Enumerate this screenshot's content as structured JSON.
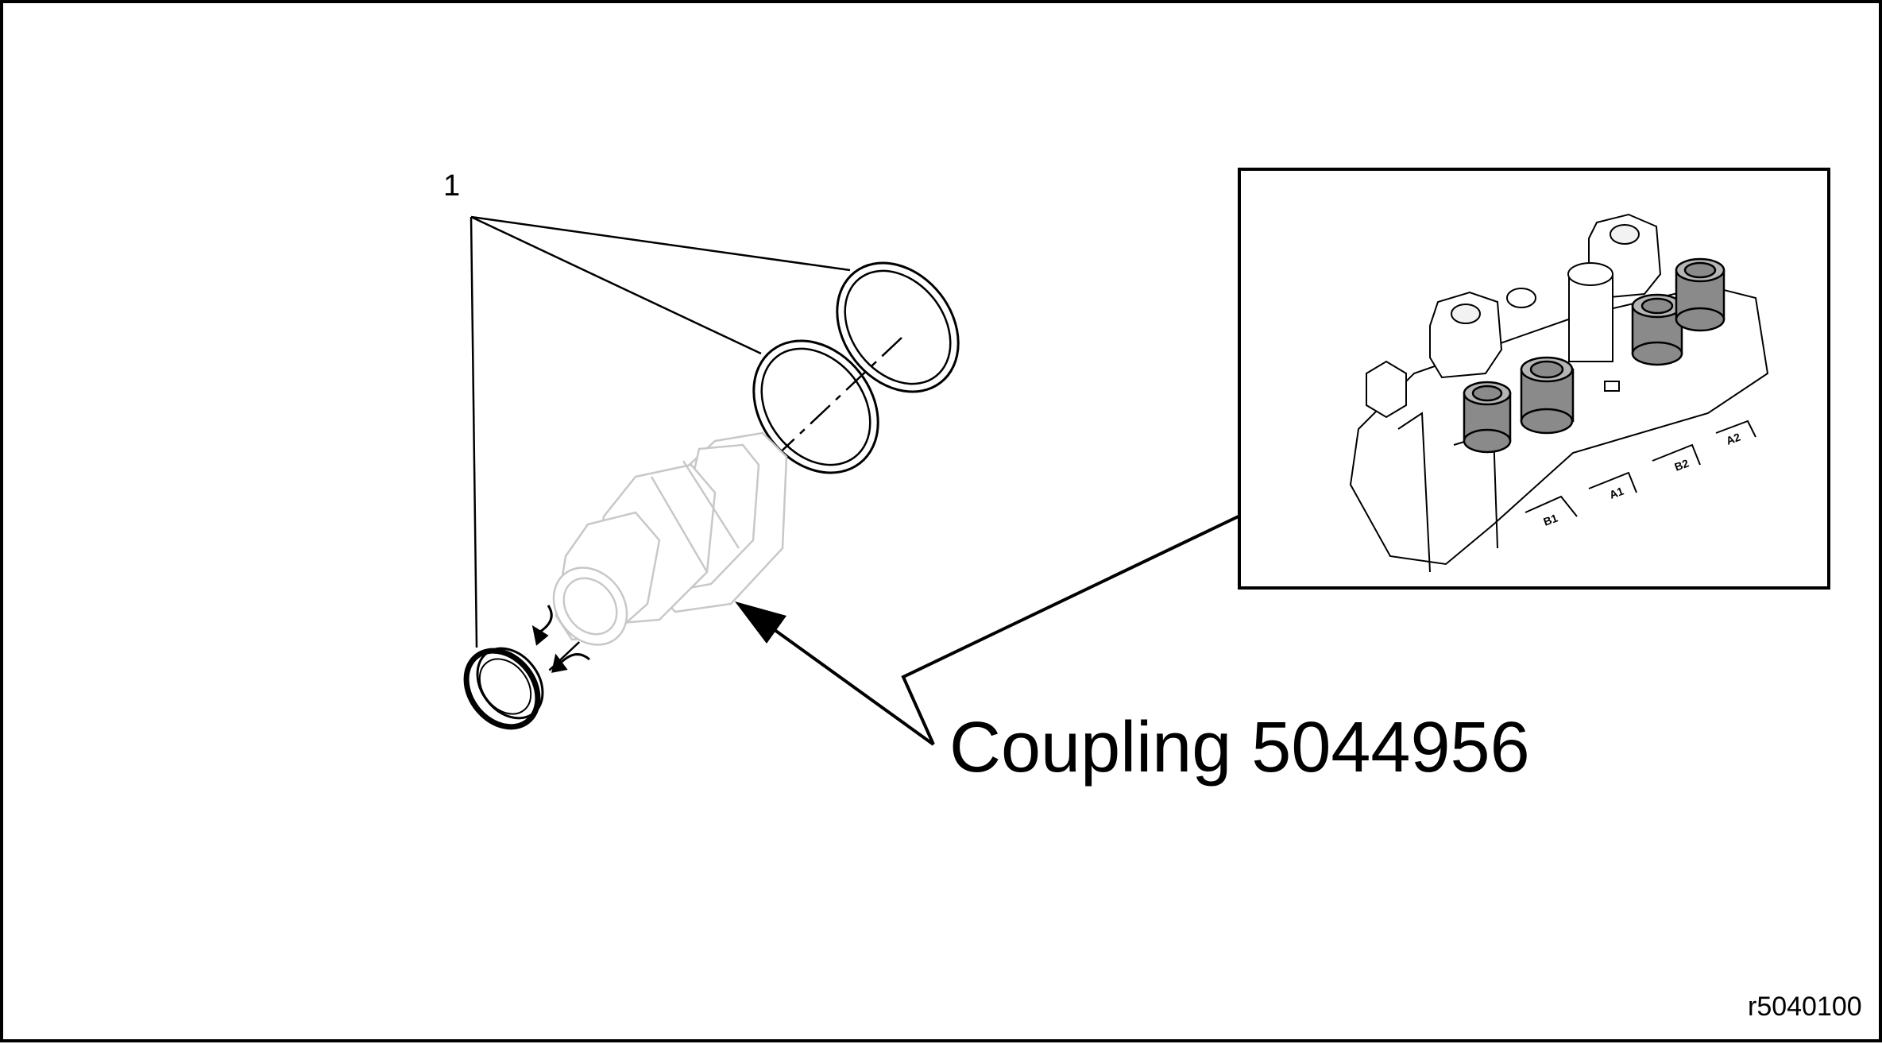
{
  "figure": {
    "callout_number": "1",
    "caption": "Coupling 5044956",
    "reference_code": "r5040100",
    "inset_port_labels": [
      "B1",
      "A1",
      "B2",
      "A2"
    ],
    "line_color": "#000000",
    "part_fill_light": "#f2f2f2",
    "part_fill_dark": "#8a8a8a"
  }
}
